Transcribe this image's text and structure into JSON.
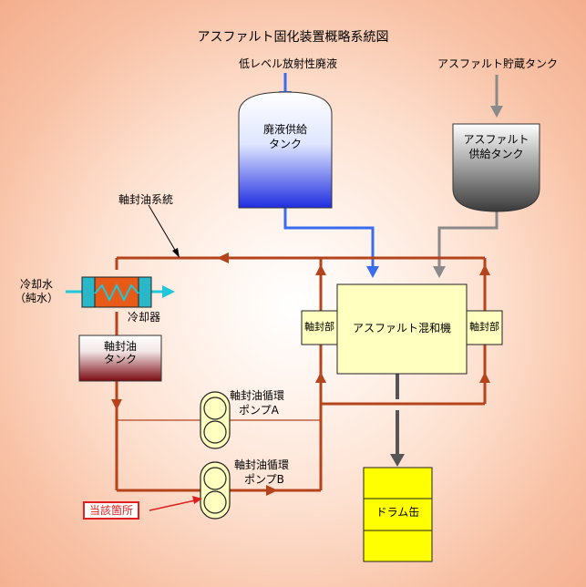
{
  "title": "アスファルト固化装置概略系統図",
  "labels": {
    "waste_source": "低レベル放射性廃液",
    "asphalt_storage": "アスファルト貯蔵タンク",
    "waste_tank_line1": "廃液供給",
    "waste_tank_line2": "タンク",
    "asphalt_tank_line1": "アスファルト",
    "asphalt_tank_line2": "供給タンク",
    "seal_oil_system": "軸封油系統",
    "cooling_water_line1": "冷却水",
    "cooling_water_line2": "（純水）",
    "cooler": "冷却器",
    "seal_oil_tank_line1": "軸封油",
    "seal_oil_tank_line2": "タンク",
    "seal_left": "軸封部",
    "seal_right": "軸封部",
    "mixer": "アスファルト混和機",
    "pump_a_line1": "軸封油循環",
    "pump_a_line2": "ポンプA",
    "pump_b_line1": "軸封油循環",
    "pump_b_line2": "ポンプB",
    "relevant_location": "当該箇所",
    "drum": "ドラム缶"
  },
  "colors": {
    "seal_oil_line": "#b5441c",
    "waste_line": "#3a6cf0",
    "asphalt_line": "#8a8a8a",
    "drum_line": "#555555",
    "mixer_fill": "#ffffc0",
    "drum_fill": "#ffff00",
    "cooler_fill": "#e85a18",
    "cooler_ends": "#2ab8c8",
    "cooling_water": "#1ec8d8",
    "callout_border": "#e02020"
  }
}
